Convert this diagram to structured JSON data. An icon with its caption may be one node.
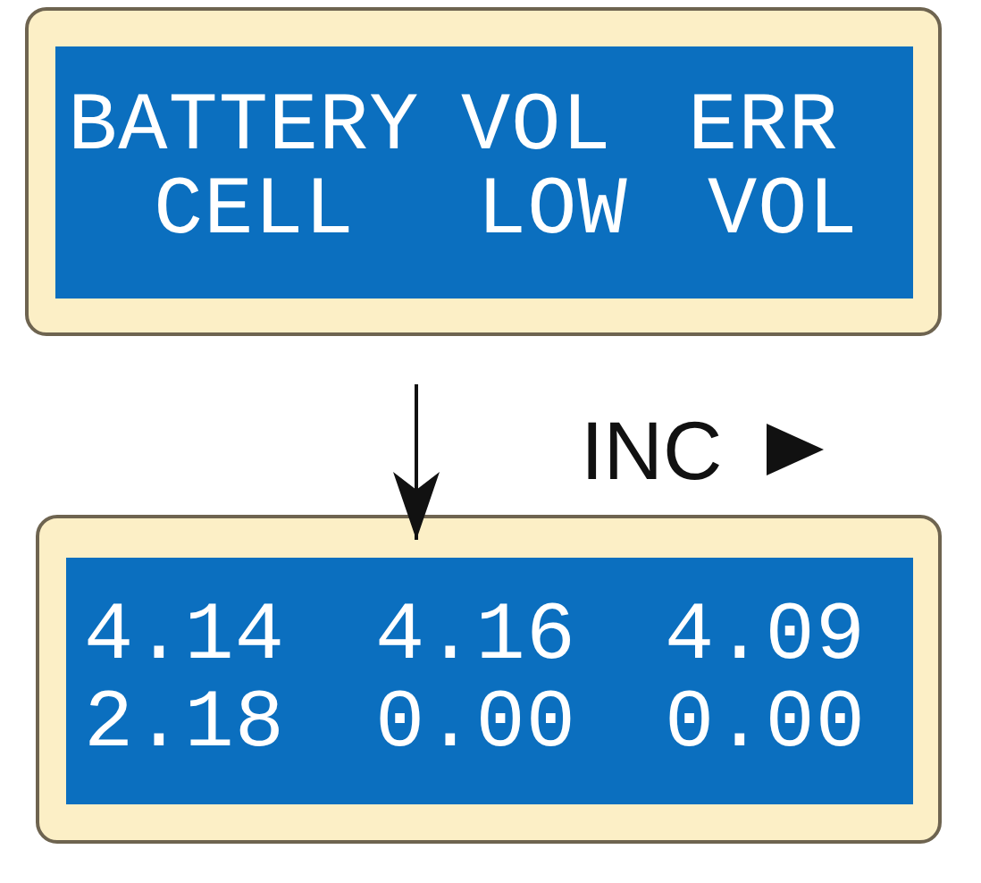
{
  "diagram": {
    "nodes": [
      {
        "text": [
          "BATTERY",
          "VOL",
          "ERR",
          "CELL",
          "LOW",
          "VOL"
        ]
      },
      {
        "text": [
          "4.14",
          "4.16",
          "4.09",
          "2.18",
          "0.00",
          "0.00"
        ]
      }
    ],
    "edges": [
      {
        "from": null,
        "to": 1,
        "arrow": "to"
      }
    ],
    "labels": [
      "INC"
    ]
  }
}
